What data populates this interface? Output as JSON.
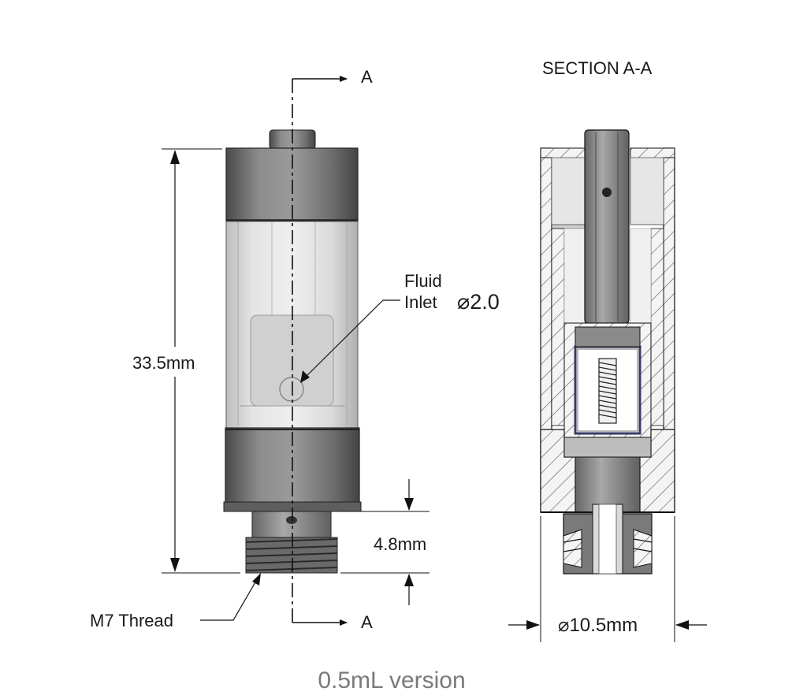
{
  "section_title": "SECTION A-A",
  "section_marker": "A",
  "labels": {
    "fluid_line1": "Fluid",
    "fluid_line2": "Inlet",
    "inlet_diameter": "⌀2.0",
    "height": "33.5mm",
    "thread_length": "4.8mm",
    "thread": "M7 Thread",
    "outer_diameter": "⌀10.5mm"
  },
  "caption": "0.5mL version",
  "colors": {
    "metal_dark": "#5a5a5a",
    "metal_mid": "#8a8a8a",
    "metal_light": "#b5b5b5",
    "glass": "#dcdcdc",
    "line": "#111111",
    "caption": "#7a7a7a"
  }
}
